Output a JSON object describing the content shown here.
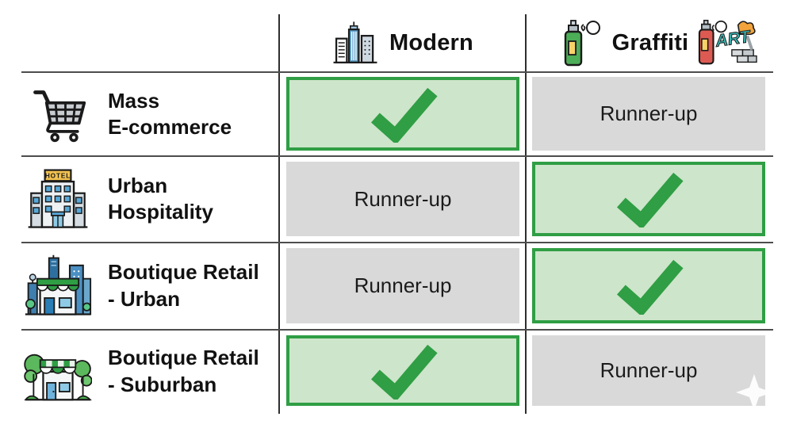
{
  "table": {
    "header": {
      "columns": [
        {
          "id": "modern",
          "label": "Modern",
          "icon": "city-buildings-icon"
        },
        {
          "id": "graffiti",
          "label": "Graffiti",
          "icon_left": "spray-can-icon",
          "icon_right": "graffiti-art-icon"
        }
      ]
    },
    "rows": [
      {
        "icon": "shopping-cart-icon",
        "label_lines": [
          "Mass",
          "E-commerce"
        ],
        "results": {
          "modern": "winner",
          "graffiti": "runner-up"
        }
      },
      {
        "icon": "hotel-icon",
        "label_lines": [
          "Urban",
          "Hospitality"
        ],
        "results": {
          "modern": "runner-up",
          "graffiti": "winner"
        }
      },
      {
        "icon": "urban-storefront-icon",
        "label_lines": [
          "Boutique Retail",
          "- Urban"
        ],
        "results": {
          "modern": "runner-up",
          "graffiti": "winner"
        }
      },
      {
        "icon": "suburban-storefront-icon",
        "label_lines": [
          "Boutique Retail",
          "- Suburban"
        ],
        "results": {
          "modern": "winner",
          "graffiti": "runner-up"
        }
      }
    ],
    "runner_up_label": "Runner-up",
    "winner_marker": "checkmark-icon"
  },
  "icons": {
    "hotel_sign_text": "HOTEL",
    "graffiti_art_text": "ART"
  },
  "colors": {
    "winner_border": "#2f9e44",
    "winner_fill": "#cde5ca",
    "checkmark": "#2f9e44",
    "runner_up_fill": "#d9d9d9",
    "grid_line_vertical": "#2e2e2e",
    "grid_line_horizontal": "#4d4d4d",
    "text": "#111111"
  }
}
